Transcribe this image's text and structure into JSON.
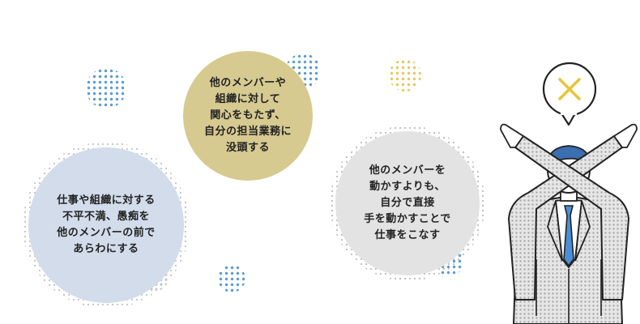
{
  "bubbles": {
    "left": {
      "lines": [
        "仕事や組織に対する",
        "不平不満、愚痴を",
        "他のメンバーの前で",
        "あらわにする"
      ],
      "color": "#d2dceb"
    },
    "top": {
      "lines": [
        "他のメンバーや",
        "組織に対して",
        "関心をもたず、",
        "自分の担当業務に",
        "没頭する"
      ],
      "color": "#d6ca91"
    },
    "right": {
      "lines": [
        "他のメンバーを",
        "動かすよりも、",
        "自分で直接",
        "手を動かすことで",
        "仕事をこなす"
      ],
      "color": "#e3e3e3"
    }
  },
  "figure": {
    "speech_icon": "cross-mark-icon",
    "cross_color": "#e6c53a",
    "suit_color": "#c8c8c8",
    "tie_color": "#4a8fd6",
    "hair_color": "#3a6fb0"
  },
  "accents": {
    "blue": "#5b9bd5",
    "yellow": "#e8c75a",
    "grey": "#c4c4c4"
  }
}
